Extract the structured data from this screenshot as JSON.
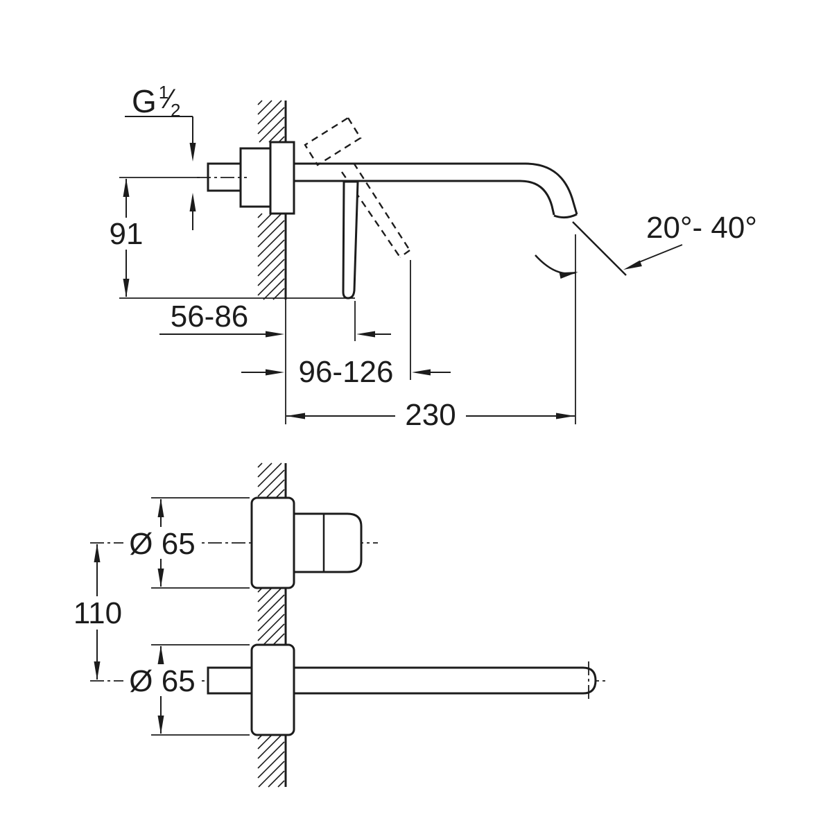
{
  "meta": {
    "line_color": "#1c1c1c",
    "background": "#ffffff"
  },
  "side_view": {
    "thread": {
      "prefix": "G",
      "numerator": "1",
      "slash": "⁄",
      "denominator": "2"
    },
    "dims": {
      "inlet_height": "91",
      "body_depth_range": "56-86",
      "lever_reach_range": "96-126",
      "spout_length": "230",
      "spout_angle_range": "20°- 40°"
    }
  },
  "plan_view": {
    "dims": {
      "handle_escutcheon_diameter": "Ø 65",
      "spout_escutcheon_diameter": "Ø 65",
      "center_distance": "110"
    }
  }
}
